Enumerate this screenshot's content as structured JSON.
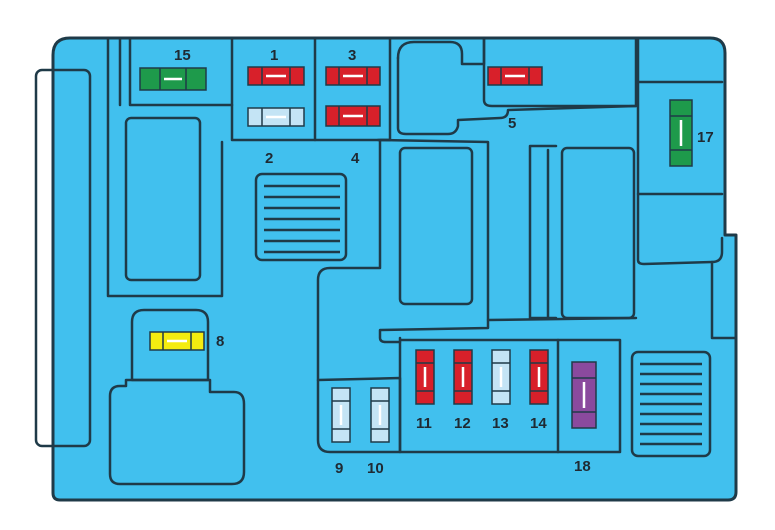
{
  "colors": {
    "body": "#41c0ee",
    "outline": "#1f3a48",
    "red": "#d8202a",
    "light_blue": "#c4e4f5",
    "green": "#1e9a4b",
    "yellow": "#f4ec10",
    "purple": "#8a4a9e",
    "label_text": "#1f2a33"
  },
  "fuses": [
    {
      "label": "15",
      "color": "green"
    },
    {
      "label": "1",
      "color": "red"
    },
    {
      "label": "2",
      "color": "light_blue"
    },
    {
      "label": "3",
      "color": "red"
    },
    {
      "label": "4",
      "color": "red"
    },
    {
      "label": "5",
      "color": "red"
    },
    {
      "label": "17",
      "color": "green"
    },
    {
      "label": "8",
      "color": "yellow"
    },
    {
      "label": "9",
      "color": "light_blue"
    },
    {
      "label": "10",
      "color": "light_blue"
    },
    {
      "label": "11",
      "color": "red"
    },
    {
      "label": "12",
      "color": "red"
    },
    {
      "label": "13",
      "color": "light_blue"
    },
    {
      "label": "14",
      "color": "red"
    },
    {
      "label": "18",
      "color": "purple"
    }
  ]
}
